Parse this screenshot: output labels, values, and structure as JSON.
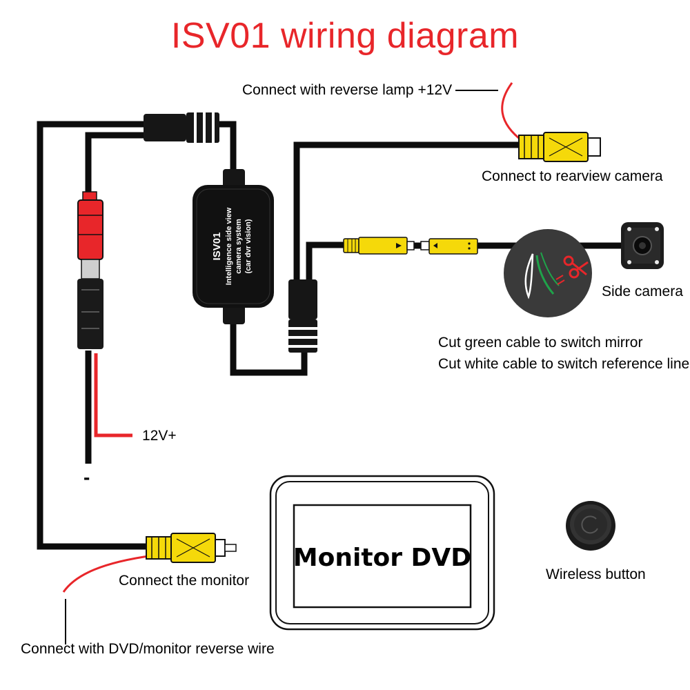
{
  "title": "ISV01 wiring diagram",
  "labels": {
    "reverse_lamp": "Connect with reverse lamp +12V",
    "rearview_camera": "Connect to rearview camera",
    "side_camera": "Side camera",
    "cut_green": "Cut green cable to switch mirror",
    "cut_white": "Cut white cable to switch reference line",
    "power_positive": "12V+",
    "power_negative": "-",
    "connect_monitor": "Connect the monitor",
    "dvd_reverse_wire": "Connect with DVD/monitor reverse wire",
    "wireless_button": "Wireless button"
  },
  "module": {
    "name": "ISV01",
    "line1": "Intelligence side view",
    "line2": "camera system",
    "line3": "(car dvr vision)"
  },
  "monitor": {
    "label": "Monitor DVD"
  },
  "colors": {
    "title": "#e8262a",
    "red_wire": "#e8262a",
    "yellow_connector": "#f5d90a",
    "red_connector": "#e8262a",
    "cable": "#0c0c0c"
  }
}
